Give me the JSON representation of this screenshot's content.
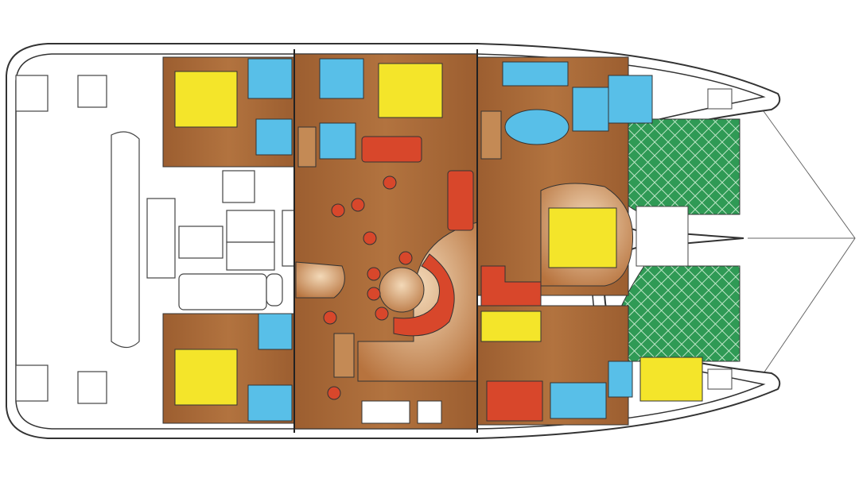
{
  "diagram": {
    "type": "catamaran-deck-plan",
    "colors": {
      "hull_outline": "#333333",
      "wood_floor": "#a8683a",
      "wood_dark": "#8a5228",
      "bed": "#f4e52a",
      "head_blue": "#58bfe8",
      "sofa_red": "#d8472b",
      "trampoline": "#2f9a55",
      "deck_white": "#ffffff",
      "counter_tan": "#d9a878"
    },
    "sections": [
      {
        "name": "stern-cockpit"
      },
      {
        "name": "port-aft-cabin"
      },
      {
        "name": "starboard-aft-cabin"
      },
      {
        "name": "saloon"
      },
      {
        "name": "port-forward-cabin"
      },
      {
        "name": "starboard-forward-cabin"
      },
      {
        "name": "owners-suite"
      },
      {
        "name": "trampoline-port"
      },
      {
        "name": "trampoline-starboard"
      }
    ]
  }
}
